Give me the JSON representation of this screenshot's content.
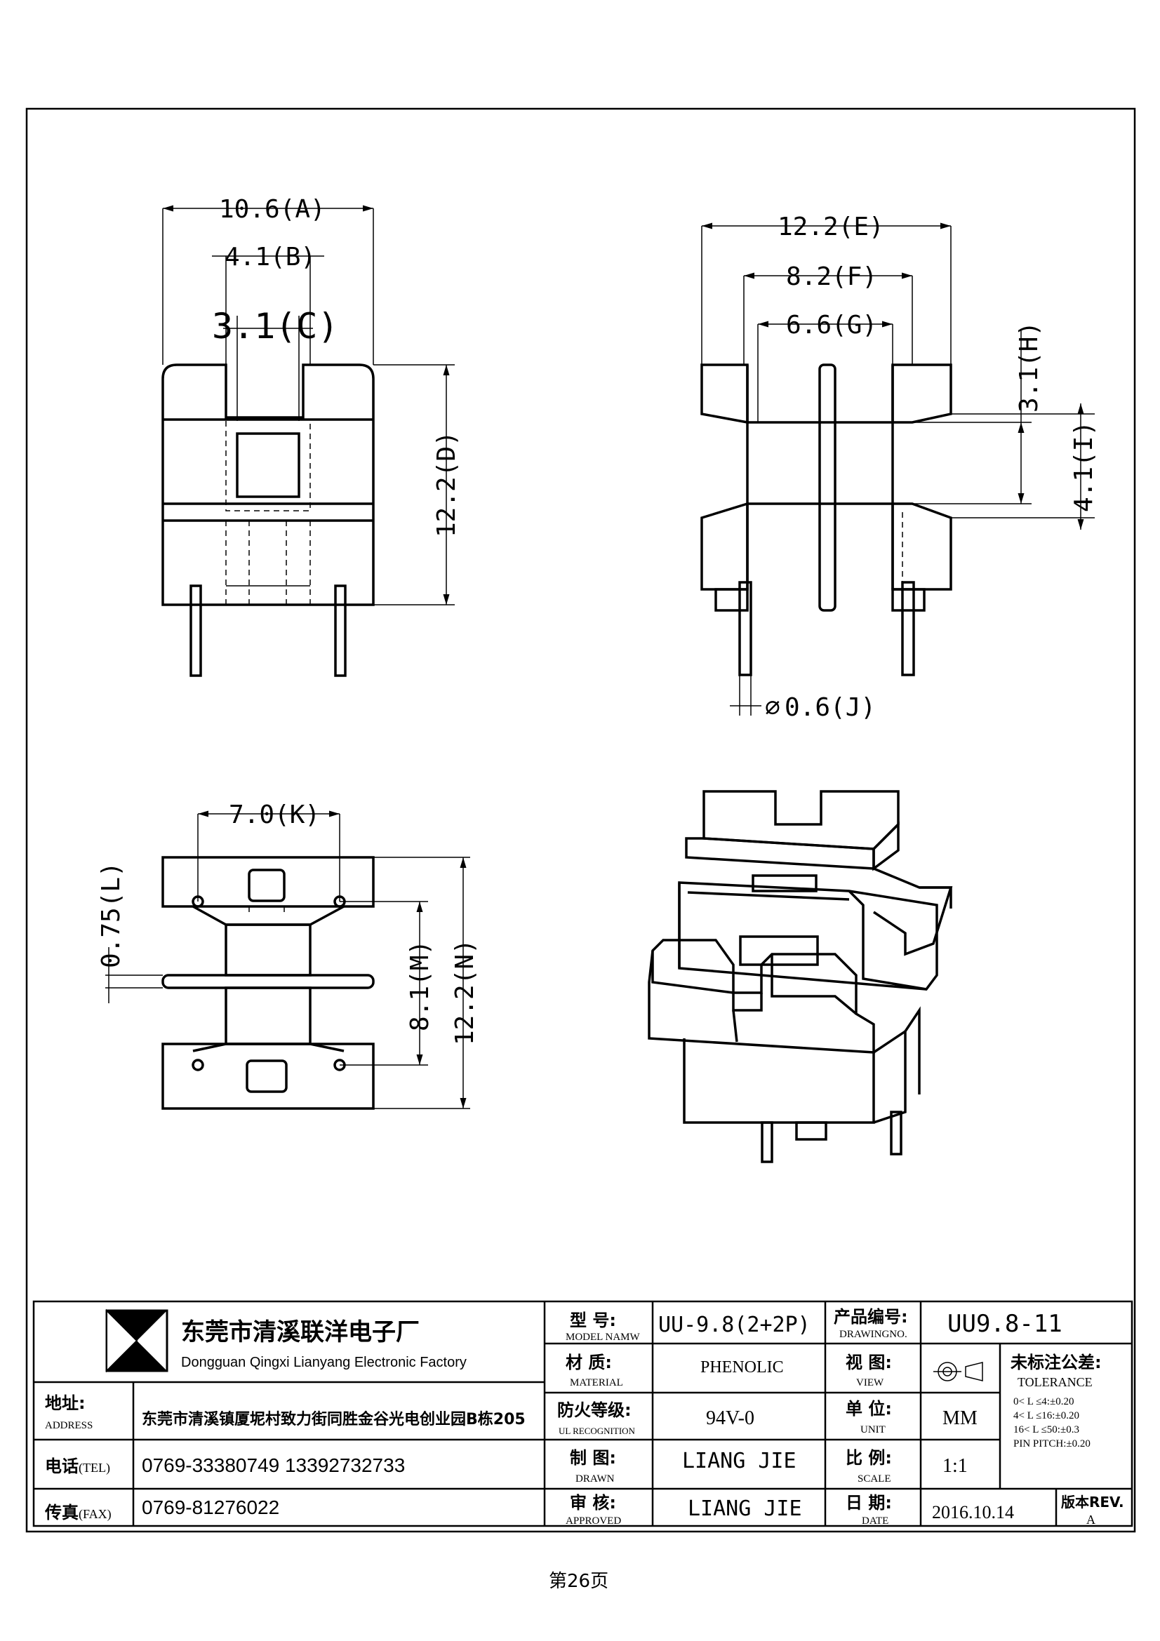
{
  "dimensions": {
    "A": "10.6(A)",
    "B": "4.1(B)",
    "C": "3.1(C)",
    "D": "12.2(D)",
    "E": "12.2(E)",
    "F": "8.2(F)",
    "G": "6.6(G)",
    "H": "3.1(H)",
    "I": "4.1(I)",
    "J": "0.6(J)",
    "K": "7.0(K)",
    "L": "0.75(L)",
    "M": "8.1(M)",
    "N": "12.2(N)"
  },
  "symbols": {
    "diameter": "⌀"
  },
  "title_block": {
    "factory_name_cn": "东莞市清溪联洋电子厂",
    "factory_name_en": "Dongguan Qingxi Lianyang Electronic Factory",
    "address_label_cn": "地址:",
    "address_label_en": "ADDRESS",
    "address_value": "东莞市清溪镇厦坭村致力街同胜金谷光电创业园B栋205",
    "tel_label_cn": "电话",
    "tel_label_en": "(TEL)",
    "tel_value": "0769-33380749   13392732733",
    "fax_label_cn": "传真",
    "fax_label_en": "(FAX)",
    "fax_value": "0769-81276022",
    "model_label_cn": "型  号:",
    "model_label_en": "MODEL NAMW",
    "model_value": "UU-9.8(2+2P)",
    "drawing_no_label_cn": "产品编号:",
    "drawing_no_label_en": "DRAWINGNO.",
    "drawing_no_value": "UU9.8-11",
    "material_label_cn": "材  质:",
    "material_label_en": "MATERIAL",
    "material_value": "PHENOLIC",
    "view_label_cn": "视  图:",
    "view_label_en": "VIEW",
    "tolerance_label_cn": "未标注公差:",
    "tolerance_label_en": "TOLERANCE",
    "tolerance_lines": [
      "0< L ≤4:±0.20",
      "4< L ≤16:±0.20",
      "16< L ≤50:±0.3",
      "PIN PITCH:±0.20"
    ],
    "ul_label_cn": "防火等级:",
    "ul_label_en": "UL RECOGNITION",
    "ul_value": "94V-0",
    "unit_label_cn": "单  位:",
    "unit_label_en": "UNIT",
    "unit_value": "MM",
    "drawn_label_cn": "制  图:",
    "drawn_label_en": "DRAWN",
    "drawn_value": "LIANG JIE",
    "scale_label_cn": "比  例:",
    "scale_label_en": "SCALE",
    "scale_value": "1:1",
    "approved_label_cn": "审  核:",
    "approved_label_en": "APPROVED",
    "approved_value": "LIANG JIE",
    "date_label_cn": "日  期:",
    "date_label_en": "DATE",
    "date_value": "2016.10.14",
    "rev_label_cn": "版本REV.",
    "rev_value": "A"
  },
  "page_number": "第26页"
}
